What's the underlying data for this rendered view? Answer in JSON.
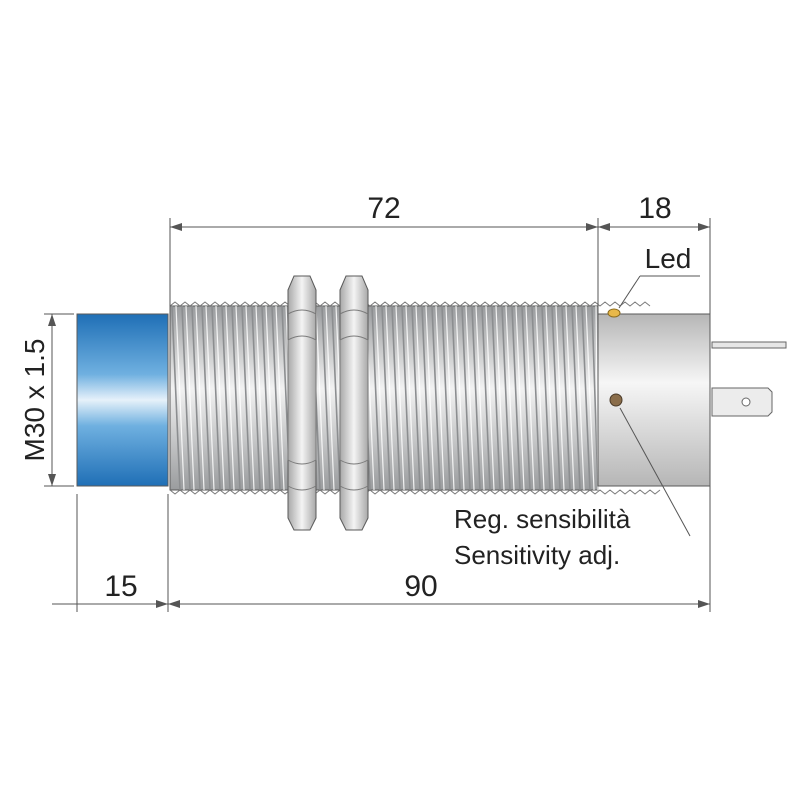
{
  "dimensions": {
    "thread_length": "72",
    "connector_length": "18",
    "face_length": "15",
    "body_length": "90",
    "thread_spec": "M30 x 1.5"
  },
  "labels": {
    "led": "Led",
    "sensitivity_it": "Reg. sensibilità",
    "sensitivity_en": "Sensitivity adj."
  },
  "colors": {
    "sensing_face": "#3a86c8",
    "thread": "#c8cacc",
    "nut": "#d8d8d8",
    "connector": "#d4d4d4",
    "led": "#e8b84a"
  }
}
